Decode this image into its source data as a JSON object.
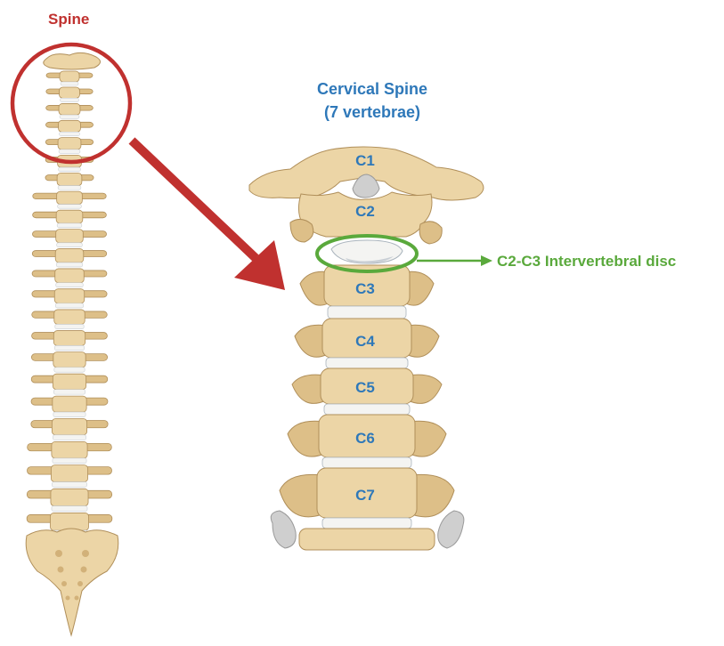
{
  "labels": {
    "spine": "Spine",
    "cervical_title_line1": "Cervical Spine",
    "cervical_title_line2": "(7 vertebrae)",
    "disc_label": "C2-C3 Intervertebral disc"
  },
  "vertebrae": [
    "C1",
    "C2",
    "C3",
    "C4",
    "C5",
    "C6",
    "C7"
  ],
  "colors": {
    "spine_red": "#c0312f",
    "title_blue": "#2e78b9",
    "disc_green": "#5aa93c",
    "bone": "#ecd5a6",
    "bone_shade": "#d2b179",
    "bone_outline": "#b08f5a",
    "disc": "#f4f4f2",
    "disc_shade": "#c9cfd5"
  }
}
